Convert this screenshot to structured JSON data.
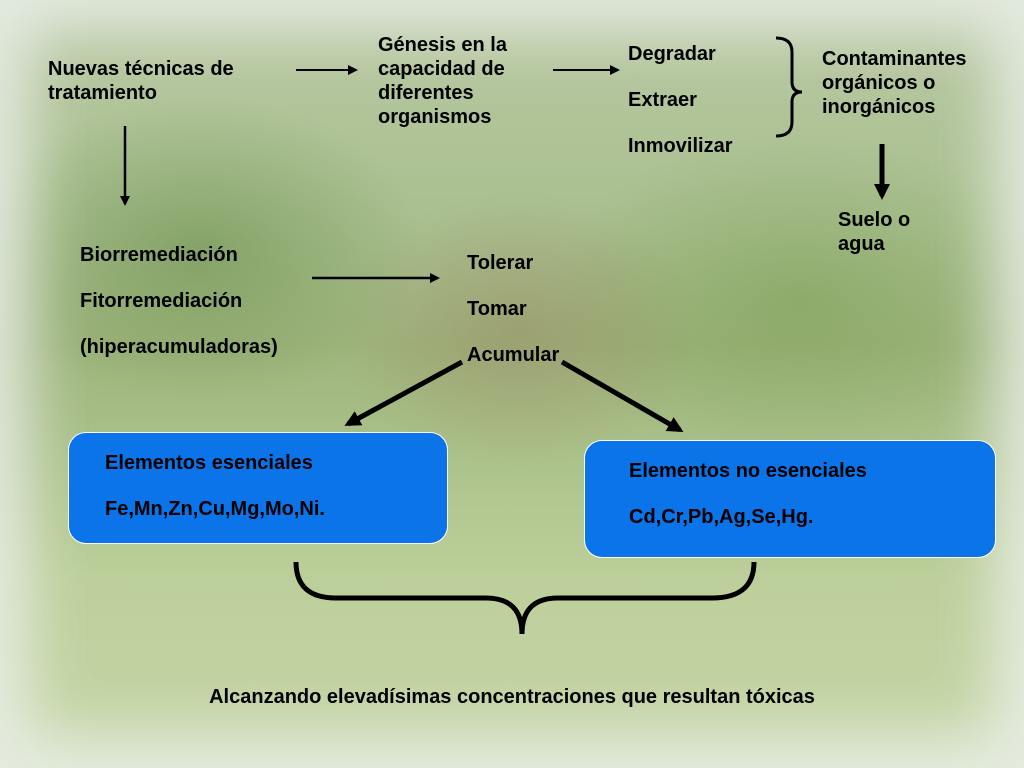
{
  "nodes": {
    "nuevas": [
      "Nuevas técnicas de",
      "tratamiento"
    ],
    "genesis": [
      "Génesis en la",
      "capacidad de",
      "diferentes",
      "organismos"
    ],
    "acciones": [
      "Degradar",
      "Extraer",
      "Inmovilizar"
    ],
    "contaminantes": [
      "Contaminantes",
      "orgánicos o",
      "inorgánicos"
    ],
    "suelo": [
      "Suelo o",
      "agua"
    ],
    "remediacion": [
      "Biorremediación",
      "Fitorremediación",
      "(hiperacumuladoras)"
    ],
    "respuestas": [
      "Tolerar",
      "Tomar",
      "Acumular"
    ],
    "esenciales": {
      "title": "Elementos esenciales",
      "list": "Fe,Mn,Zn,Cu,Mg,Mo,Ni."
    },
    "no_esenciales": {
      "title": "Elementos no esenciales",
      "list": "Cd,Cr,Pb,Ag,Se,Hg."
    },
    "conclusion": "Alcanzando elevadísimas concentraciones que resultan tóxicas"
  },
  "colors": {
    "box_fill": "#0a74e8",
    "arrow": "#000000"
  }
}
